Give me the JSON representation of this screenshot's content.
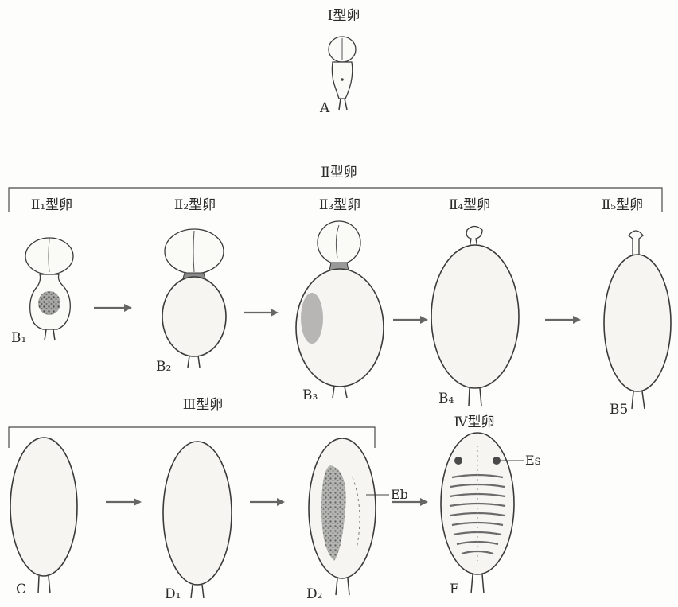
{
  "type_labels": {
    "type1": "Ⅰ型卵",
    "type2": "Ⅱ型卵",
    "type2_1": "Ⅱ₁型卵",
    "type2_2": "Ⅱ₂型卵",
    "type2_3": "Ⅱ₃型卵",
    "type2_4": "Ⅱ₄型卵",
    "type2_5": "Ⅱ₅型卵",
    "type3": "Ⅲ型卵",
    "type4": "Ⅳ型卵"
  },
  "specimen_labels": {
    "a": "A",
    "b1": "B₁",
    "b2": "B₂",
    "b3": "B₃",
    "b4": "B₄",
    "b5": "B5",
    "c": "C",
    "d1": "D₁",
    "d2": "D₂",
    "e": "E"
  },
  "annotations": {
    "eb": "Eb",
    "es": "Es"
  },
  "colors": {
    "outline": "#3a3a3a",
    "yolk_dark": "#5a5a5a",
    "yolk_mid": "#8a8a8a",
    "yolk_light": "#b5b5b5",
    "arrow": "#666666"
  }
}
